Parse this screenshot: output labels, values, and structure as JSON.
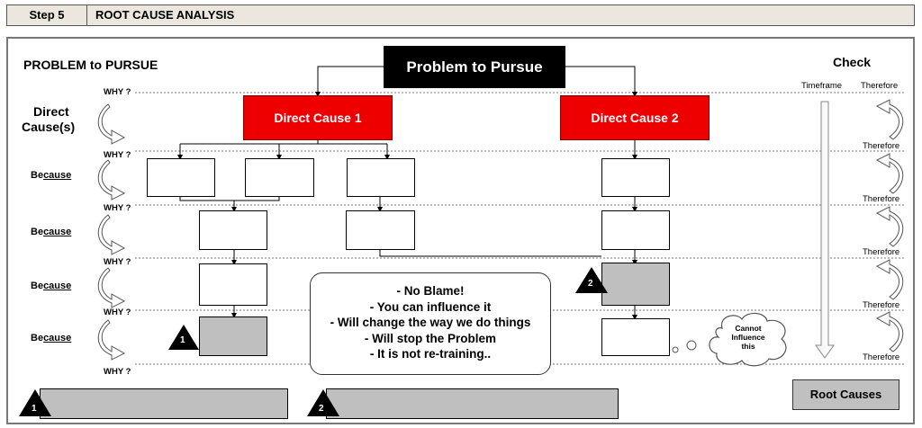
{
  "header": {
    "step": "Step 5",
    "title": "ROOT CAUSE ANALYSIS"
  },
  "left": {
    "problem_label": "PROBLEM to PURSUE",
    "why_label": "WHY ?",
    "direct_causes_line1": "Direct",
    "direct_causes_line2": "Cause(s)",
    "because_prefix": "Be",
    "because_suffix": "cause"
  },
  "diagram": {
    "problem": "Problem to Pursue",
    "cause1": "Direct Cause 1",
    "cause2": "Direct Cause 2",
    "triangle_1": "1",
    "triangle_2": "2"
  },
  "bubble": {
    "lines": [
      "- No Blame!",
      "- You can influence it",
      "- Will change the way we do things",
      "- Will stop the Problem",
      "- It is not re-training.."
    ]
  },
  "cloud": {
    "line1": "Cannot",
    "line2": "Influence",
    "line3": "this"
  },
  "right": {
    "check": "Check",
    "timeframe": "Timeframe",
    "therefore": "Therefore",
    "root_causes": "Root Causes"
  },
  "colors": {
    "red": "#ee0000",
    "black": "#000000",
    "gray": "#bfbfbf",
    "header_bg": "#ebe7df"
  }
}
